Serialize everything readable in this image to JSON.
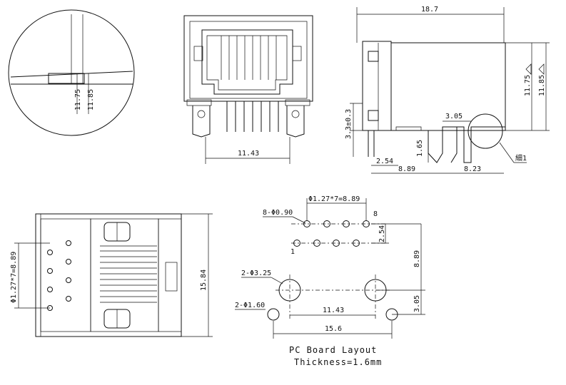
{
  "dims": {
    "top_total_width": "18.7",
    "front_span": "11.43",
    "side_h_inner": "11.75",
    "side_h_outer": "11.85",
    "detail_h_inner": "11.75",
    "detail_h_outer": "11.85",
    "side_mount_height": "3.3±0.3",
    "side_offset": "3.05",
    "side_pin_len": "2.54",
    "side_pin_h": "1.65",
    "side_body_len": "8.89",
    "side_rear_len": "8.23",
    "side_detail_ref": "細1",
    "bottom_pitch": "Φ1.27*7=8.89",
    "bottom_overall": "15.84",
    "pcb_pitch": "Φ1.27*7=8.89",
    "pcb_holes": "8-Φ0.90",
    "pcb_row_gap": "2.54",
    "pcb_pin1": "1",
    "pcb_pin8": "8",
    "pcb_vert_total": "8.89",
    "pcb_mount_holes": "2-Φ3.25",
    "pcb_post_holes": "2-Φ1.60",
    "pcb_mount_span": "11.43",
    "pcb_post_offset": "3.05",
    "pcb_post_span": "15.6"
  },
  "caption": {
    "line1": "PC Board Layout",
    "line2": "Thickness=1.6mm"
  }
}
